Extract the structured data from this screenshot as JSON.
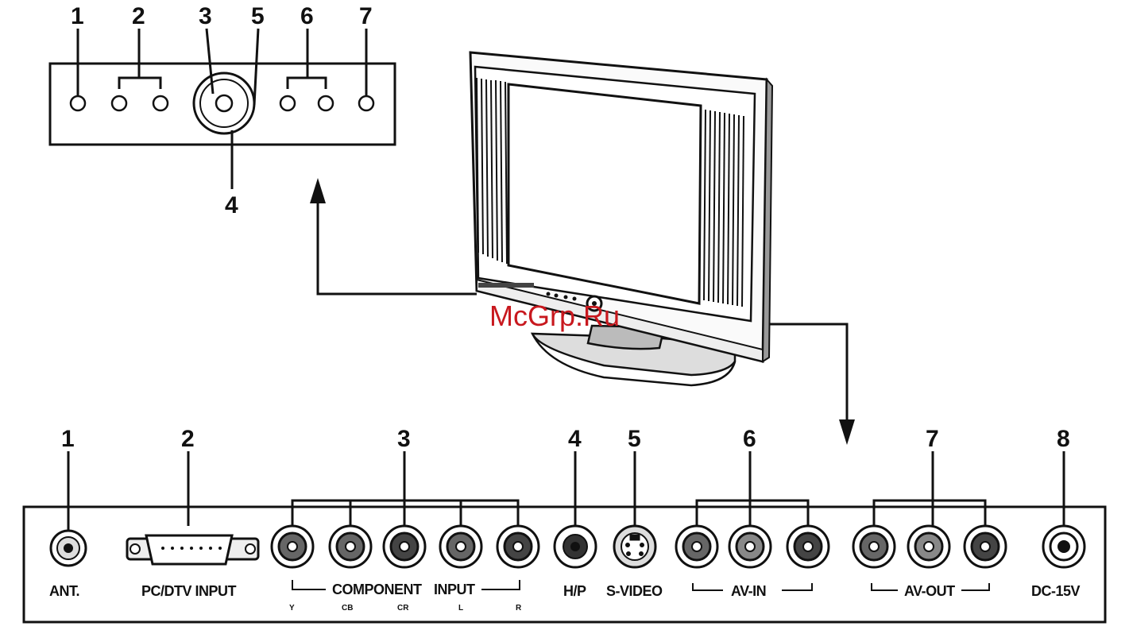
{
  "watermark": "McGrp.Ru",
  "front_panel": {
    "callouts": [
      "1",
      "2",
      "3",
      "5",
      "6",
      "7"
    ],
    "callout_bottom": "4"
  },
  "rear_panel": {
    "callouts": [
      "1",
      "2",
      "3",
      "4",
      "5",
      "6",
      "7",
      "8"
    ],
    "labels": {
      "ant": "ANT.",
      "pc_dtv": "PC/DTV INPUT",
      "component": "COMPONENT",
      "input": "INPUT",
      "hp": "H/P",
      "svideo": "S-VIDEO",
      "av_in": "AV-IN",
      "av_out": "AV-OUT",
      "dc": "DC-15V"
    },
    "component_sub": [
      "Y",
      "CB",
      "CR",
      "L",
      "R"
    ]
  },
  "colors": {
    "line": "#111111",
    "watermark": "#c8181e",
    "jack_fill": "#444444"
  }
}
